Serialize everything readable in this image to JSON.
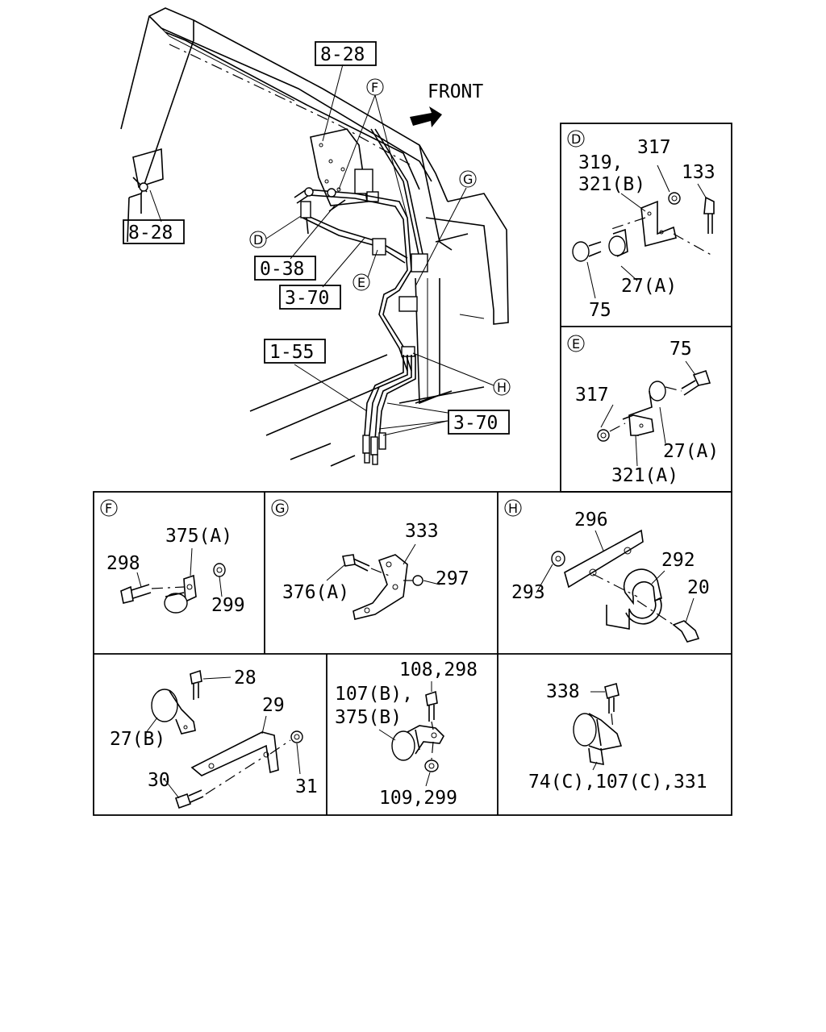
{
  "main_view": {
    "front_label": "FRONT",
    "refs": {
      "r1": "8-28",
      "r2": "8-28",
      "r3": "0-38",
      "r4": "3-70",
      "r5": "1-55",
      "r6": "3-70"
    },
    "callouts": {
      "f": "F",
      "g": "G",
      "d": "D",
      "e": "E",
      "h": "H"
    }
  },
  "panel_d": {
    "letter": "D",
    "p1": "317",
    "p2": "319,",
    "p3": "321(B)",
    "p4": "133",
    "p5": "27(A)",
    "p6": "75"
  },
  "panel_e": {
    "letter": "E",
    "p1": "75",
    "p2": "317",
    "p3": "27(A)",
    "p4": "321(A)"
  },
  "panel_f": {
    "letter": "F",
    "p1": "375(A)",
    "p2": "298",
    "p3": "299"
  },
  "panel_g": {
    "letter": "G",
    "p1": "333",
    "p2": "297",
    "p3": "376(A)"
  },
  "panel_h": {
    "letter": "H",
    "p1": "296",
    "p2": "292",
    "p3": "293",
    "p4": "20"
  },
  "panel_a": {
    "p1": "28",
    "p2": "29",
    "p3": "27(B)",
    "p4": "30",
    "p5": "31"
  },
  "panel_b": {
    "p1": "108,298",
    "p2": "107(B),",
    "p3": "375(B)",
    "p4": "109,299"
  },
  "panel_c": {
    "p1": "338",
    "p2": "74(C),107(C),331"
  }
}
